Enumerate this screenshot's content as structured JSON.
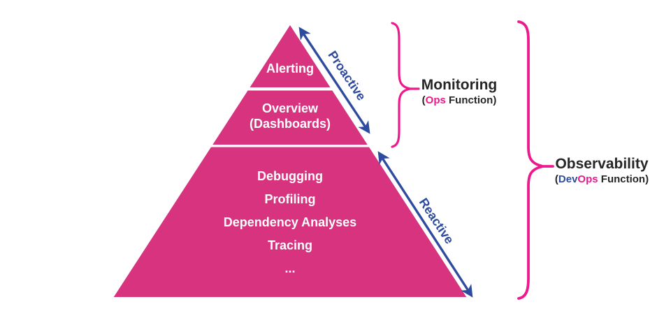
{
  "colors": {
    "pyramid-pink": "#D7337F",
    "brace-pink": "#EC1A8C",
    "arrow-blue": "#2E4B9E",
    "title-ink": "#262626",
    "tier-text": "#FFFFFF",
    "background": "#FFFFFF"
  },
  "pyramid": {
    "tiers": [
      {
        "name": "alerting",
        "lines": [
          "Alerting"
        ]
      },
      {
        "name": "overview",
        "lines": [
          "Overview",
          "(Dashboards)"
        ]
      },
      {
        "name": "investigation",
        "lines": [
          "Debugging",
          "Profiling",
          "Dependency Analyses",
          "Tracing",
          "..."
        ]
      }
    ]
  },
  "arrows": [
    {
      "name": "proactive",
      "label": "Proactive"
    },
    {
      "name": "reactive",
      "label": "Reactive"
    }
  ],
  "annotations": {
    "monitoring": {
      "title": "Monitoring",
      "subtitle_prefix": "(",
      "subtitle_ops": "Ops",
      "subtitle_suffix": " Function)"
    },
    "observability": {
      "title": "Observability",
      "subtitle_prefix": "(",
      "subtitle_dev": "Dev",
      "subtitle_ops": "Ops",
      "subtitle_suffix": " Function)"
    }
  }
}
